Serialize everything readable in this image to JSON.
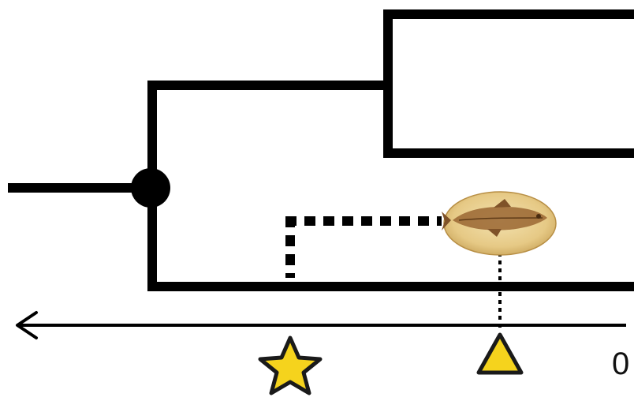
{
  "diagram": {
    "kind": "phylogenetic-tree-with-fossil-calibration",
    "time_axis": {
      "direction": "left-is-older",
      "label_present": "0"
    },
    "markers": {
      "node_marker": "circle",
      "fossil_marker": "triangle",
      "calibration_marker": "star"
    },
    "icons": {
      "fossil": "fish-fossil-icon",
      "node": "node-dot-icon",
      "star": "star-icon",
      "triangle": "triangle-icon",
      "arrow": "arrow-left-icon"
    },
    "colors": {
      "branch": "#000000",
      "marker_fill": "#f5d31d",
      "marker_stroke": "#1a1a1a",
      "fossil_matrix": "#e9cf8e",
      "fossil_body": "#8b5a2b"
    }
  }
}
